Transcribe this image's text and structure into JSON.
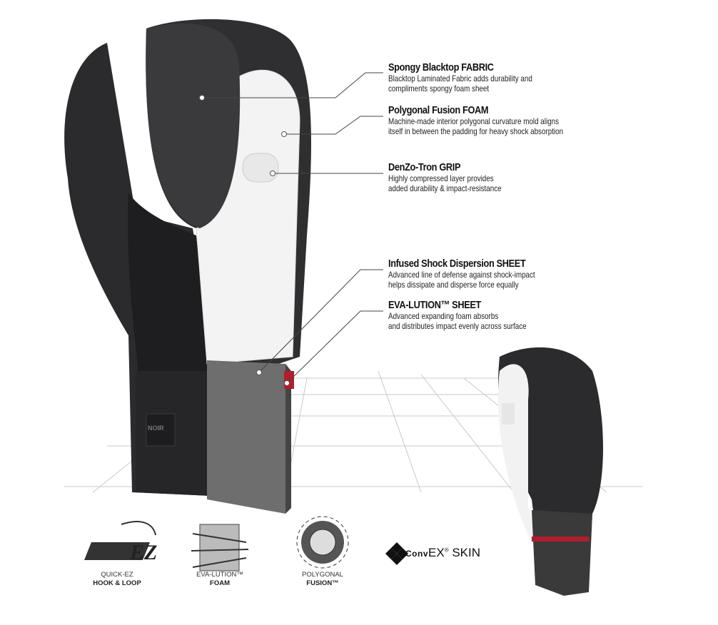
{
  "callouts": [
    {
      "title": "Spongy Blacktop FABRIC",
      "desc": [
        "Blacktop Laminated Fabric adds durability and",
        "compliments spongy foam sheet"
      ]
    },
    {
      "title": "Polygonal Fusion FOAM",
      "desc": [
        "Machine-made interior polygonal curvature mold aligns",
        "itself in between the padding for heavy shock absorption"
      ]
    },
    {
      "title": "DenZo-Tron GRIP",
      "desc": [
        "Highly compressed layer provides",
        "added durability & impact-resistance"
      ]
    },
    {
      "title": "Infused Shock Dispersion SHEET",
      "desc": [
        "Advanced line of defense against shock-impact",
        "helps dissipate and disperse force equally"
      ]
    },
    {
      "title": "EVA-LUTION™ SHEET",
      "desc": [
        "Advanced expanding foam absorbs",
        "and distributes impact evenly across surface"
      ]
    }
  ],
  "badges": [
    {
      "line1": "QUICK-EZ",
      "line2": "HOOK & LOOP",
      "logo": "EZ"
    },
    {
      "line1": "EVA-LUTION™",
      "line2": "FOAM"
    },
    {
      "line1": "POLYGONAL",
      "line2": "FUSION™"
    }
  ],
  "convex": {
    "part1": "Conv",
    "part2": "EX",
    "reg": "®",
    "part3": " SKIN"
  },
  "glove_label": "NOIR",
  "colors": {
    "glove": "#2a2a2c",
    "foam": "#f2f2f2",
    "sheet": "#6b6b6b",
    "accent": "#b01e2e"
  }
}
